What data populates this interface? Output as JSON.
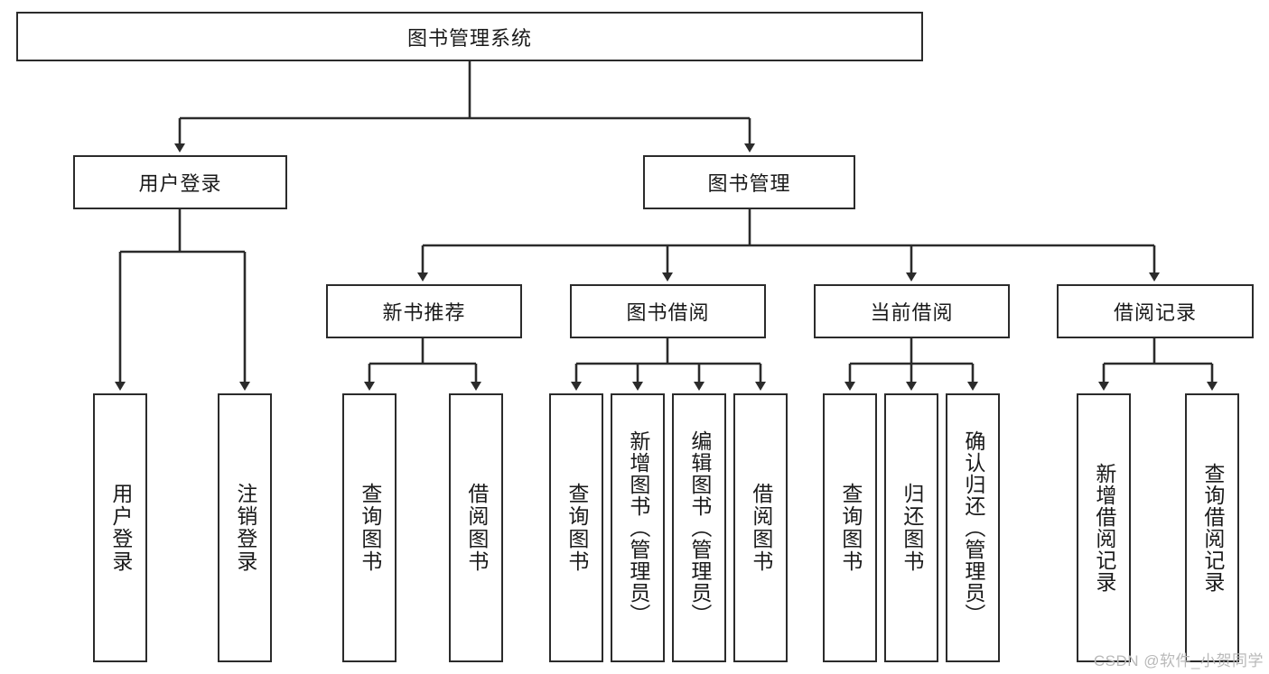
{
  "diagram": {
    "title": "图书管理系统",
    "type": "tree-hierarchy-diagram",
    "colors": {
      "box_border": "#2b2b2b",
      "box_fill": "#ffffff",
      "connector": "#2b2b2b",
      "text": "#1a1a1a",
      "watermark": "#b9b9b9",
      "background": "#ffffff"
    }
  },
  "root": {
    "label": "图书管理系统"
  },
  "level2": [
    {
      "label": "用户登录"
    },
    {
      "label": "图书管理"
    }
  ],
  "level3": [
    {
      "label": "新书推荐"
    },
    {
      "label": "图书借阅"
    },
    {
      "label": "当前借阅"
    },
    {
      "label": "借阅记录"
    }
  ],
  "leaves": {
    "user_login": [
      {
        "label": "用户登录"
      },
      {
        "label": "注销登录"
      }
    ],
    "new_book_rec": [
      {
        "label": "查询图书"
      },
      {
        "label": "借阅图书"
      }
    ],
    "book_borrow": [
      {
        "label": "查询图书"
      },
      {
        "label": "新增图书（管理员）"
      },
      {
        "label": "编辑图书（管理员）"
      },
      {
        "label": "借阅图书"
      }
    ],
    "current_borrow": [
      {
        "label": "查询图书"
      },
      {
        "label": "归还图书"
      },
      {
        "label": "确认归还（管理员）"
      }
    ],
    "borrow_record": [
      {
        "label": "新增借阅记录"
      },
      {
        "label": "查询借阅记录"
      }
    ]
  },
  "watermark": {
    "text": "CSDN @软件_小贺同学"
  }
}
